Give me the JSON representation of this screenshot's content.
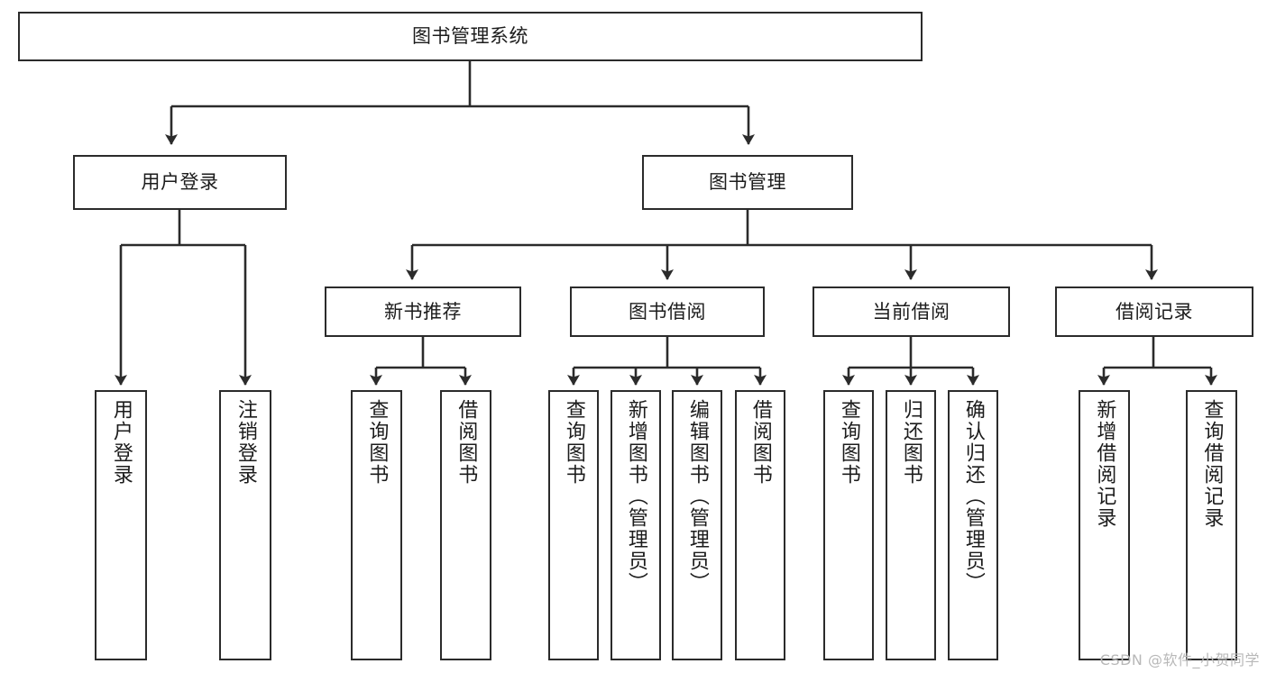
{
  "diagram": {
    "type": "tree",
    "title": "图书管理系统",
    "orientation": "top-down",
    "colors": {
      "box_border": "#2b2b2b",
      "box_fill": "#ffffff",
      "edge": "#2b2b2b",
      "text": "#1c1c1c",
      "watermark": "#b8b8b8"
    }
  },
  "root": {
    "label": "图书管理系统"
  },
  "level1": [
    {
      "label": "用户登录"
    },
    {
      "label": "图书管理"
    }
  ],
  "level2": [
    {
      "label": "新书推荐"
    },
    {
      "label": "图书借阅"
    },
    {
      "label": "当前借阅"
    },
    {
      "label": "借阅记录"
    }
  ],
  "leaves": {
    "user_login": [
      {
        "label": "用户登录"
      },
      {
        "label": "注销登录"
      }
    ],
    "new_book": [
      {
        "label": "查询图书"
      },
      {
        "label": "借阅图书"
      }
    ],
    "book_borrow": [
      {
        "label": "查询图书"
      },
      {
        "label": "新增图书（管理员）"
      },
      {
        "label": "编辑图书（管理员）"
      },
      {
        "label": "借阅图书"
      }
    ],
    "current_borrow": [
      {
        "label": "查询图书"
      },
      {
        "label": "归还图书"
      },
      {
        "label": "确认归还（管理员）"
      }
    ],
    "borrow_record": [
      {
        "label": "新增借阅记录"
      },
      {
        "label": "查询借阅记录"
      }
    ]
  },
  "watermark": {
    "text": "CSDN @软件_小贺同学"
  }
}
